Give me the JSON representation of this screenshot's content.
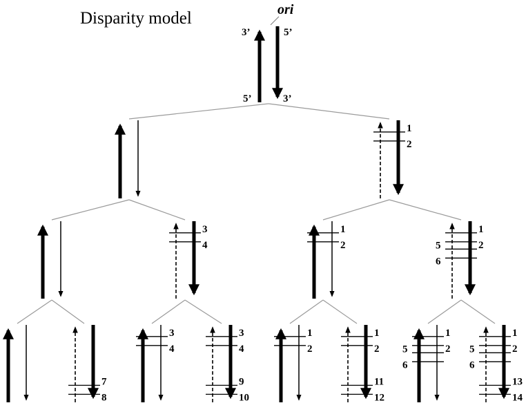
{
  "title": "Disparity model",
  "origin_label": "ori",
  "strand_ends": {
    "top_left": "3’",
    "top_right": "5’",
    "bottom_left": "5’",
    "bottom_right": "3’"
  },
  "generations": [
    {
      "level": 0,
      "duplexes": [
        {
          "left": "thick",
          "right": "thick",
          "marks": []
        }
      ]
    },
    {
      "level": 1,
      "duplexes": [
        {
          "left": "thick",
          "right": "thin",
          "marks": []
        },
        {
          "left": "dashed",
          "right": "thick",
          "marks": [
            "1",
            "2"
          ]
        }
      ]
    },
    {
      "level": 2,
      "duplexes": [
        {
          "left": "thick",
          "right": "thin",
          "marks": []
        },
        {
          "left": "dashed",
          "right": "thick",
          "marks": [
            "3",
            "4"
          ]
        },
        {
          "left": "thick",
          "right": "thin",
          "marks": [
            "1",
            "2"
          ]
        },
        {
          "left": "dashed",
          "right": "thick",
          "marks": [
            "1",
            "2",
            "5",
            "6"
          ]
        }
      ]
    },
    {
      "level": 3,
      "duplexes": [
        {
          "left": "thick",
          "right": "thin",
          "marks": []
        },
        {
          "left": "dashed",
          "right": "thick",
          "marks": [
            "7",
            "8"
          ]
        },
        {
          "left": "thick",
          "right": "thin",
          "marks": [
            "3",
            "4"
          ]
        },
        {
          "left": "dashed",
          "right": "thick",
          "marks": [
            "3",
            "4",
            "9",
            "10"
          ]
        },
        {
          "left": "thick",
          "right": "thin",
          "marks": [
            "1",
            "2"
          ]
        },
        {
          "left": "dashed",
          "right": "thick",
          "marks": [
            "1",
            "2",
            "11",
            "12"
          ]
        },
        {
          "left": "thick",
          "right": "thin",
          "marks": [
            "1",
            "2",
            "5",
            "6"
          ]
        },
        {
          "left": "dashed",
          "right": "thick",
          "marks": [
            "1",
            "2",
            "5",
            "6",
            "13",
            "14"
          ]
        }
      ]
    }
  ]
}
